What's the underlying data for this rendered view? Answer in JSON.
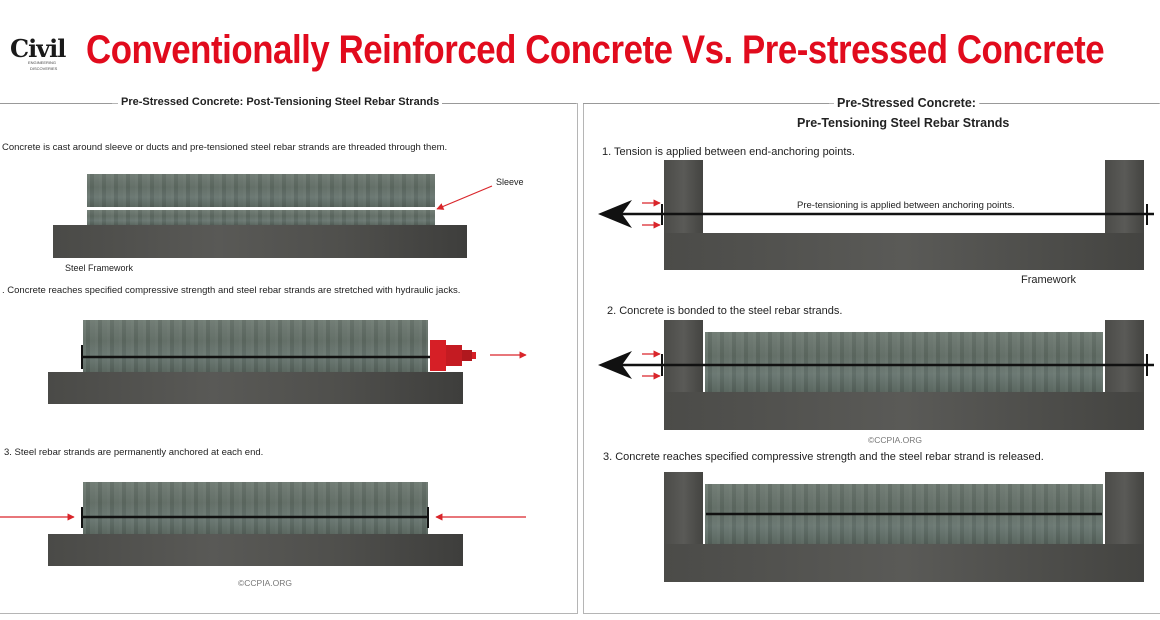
{
  "header": {
    "logo_text": "Civil",
    "logo_sub1": "ENGINEERING",
    "logo_sub2": "DISCOVERIES",
    "title": "Conventionally Reinforced Concrete Vs. Pre-stressed Concrete"
  },
  "left_panel": {
    "title": "Pre-Stressed Concrete: Post-Tensioning Steel Rebar Strands",
    "step1": "Concrete is cast around sleeve or ducts and pre-tensioned steel rebar strands are threaded through them.",
    "sleeve_label": "Sleeve",
    "framework_label": "Steel Framework",
    "step2": ". Concrete reaches specified compressive strength and steel rebar strands are stretched with hydraulic jacks.",
    "step3": "3. Steel rebar strands are permanently anchored at each end.",
    "credit": "©CCPIA.ORG"
  },
  "right_panel": {
    "title_line1": "Pre-Stressed Concrete:",
    "title_line2": "Pre-Tensioning Steel Rebar Strands",
    "step1": "1. Tension is applied between end-anchoring points.",
    "inner_note": "Pre-tensioning is applied between anchoring points.",
    "framework_label": "Framework",
    "step2": "2. Concrete is bonded to the steel rebar strands.",
    "credit": "©CCPIA.ORG",
    "step3": "3. Concrete reaches specified compressive strength and the steel rebar strand is released."
  },
  "colors": {
    "title_red": "#e10b1d",
    "arrow_red": "#d9252a",
    "jack_red": "#d61f26",
    "rebar_black": "#111111",
    "base_gray": "#505050",
    "concrete_green_gray": "#637068"
  }
}
